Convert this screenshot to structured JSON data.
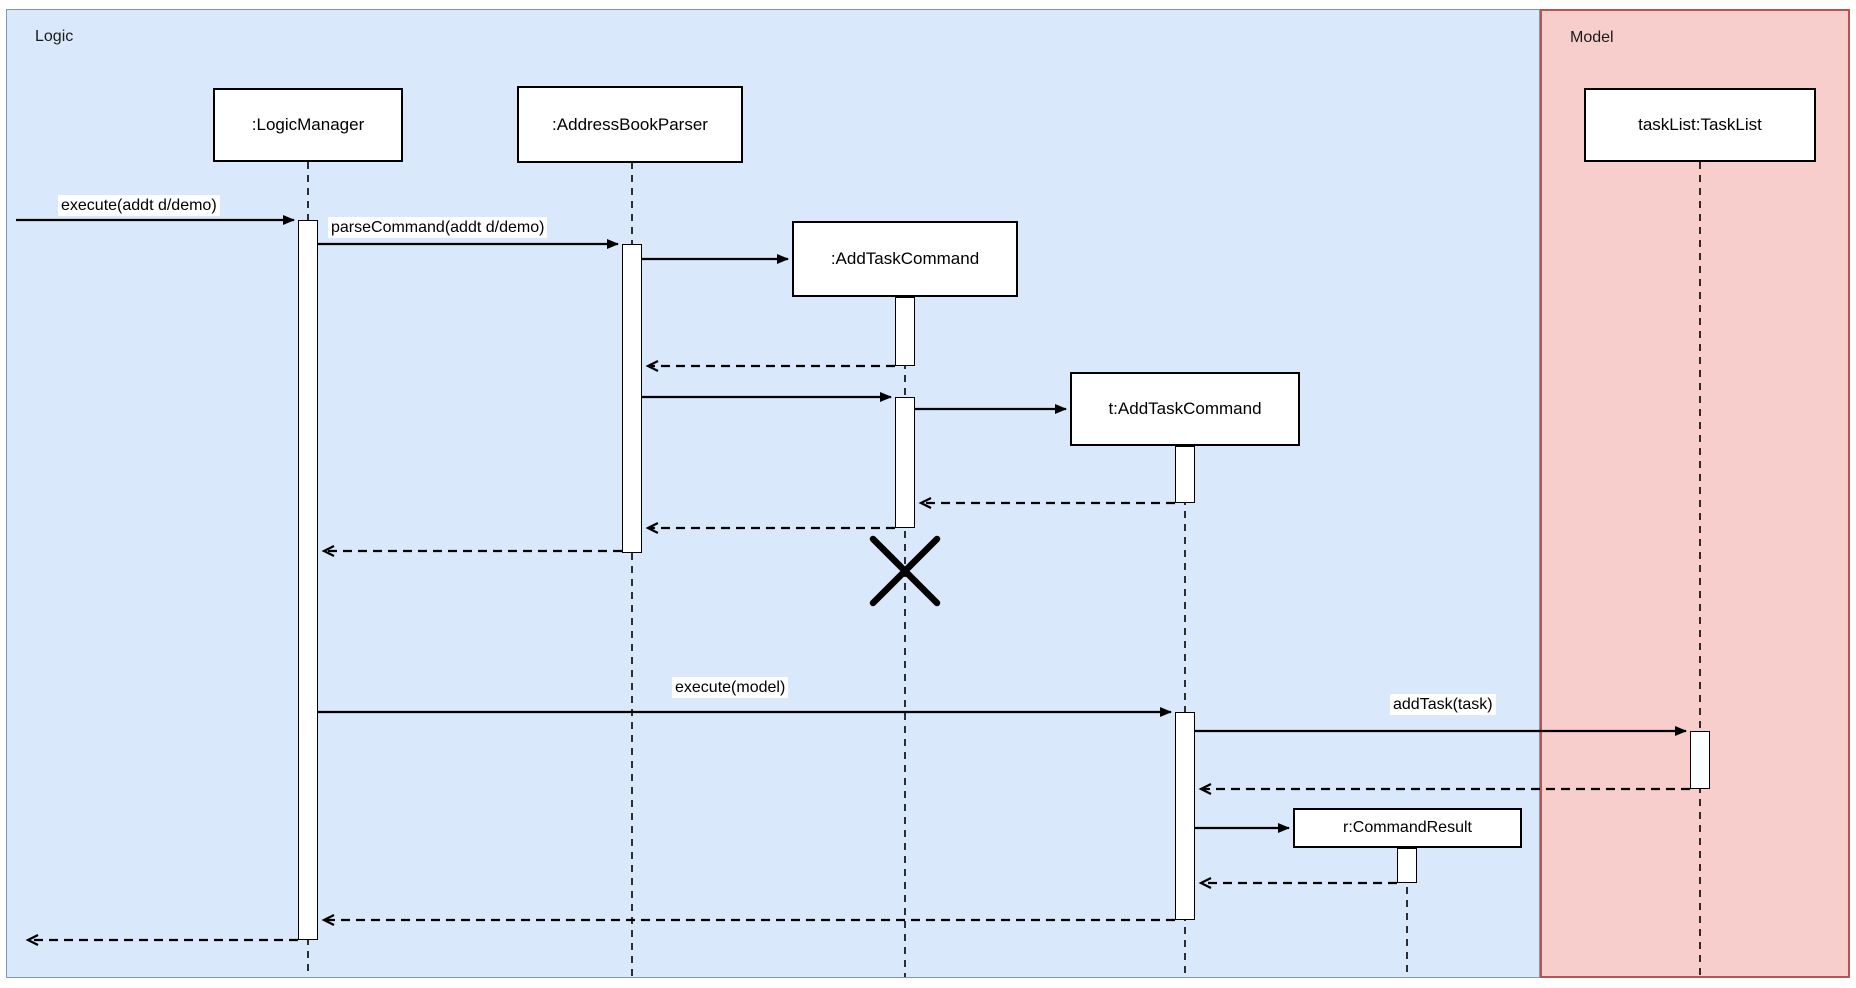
{
  "diagram_type": "uml-sequence-diagram",
  "frames": [
    {
      "label": "Logic",
      "fill": "#dae8fc",
      "border": "#8296b4"
    },
    {
      "label": "Model",
      "fill": "#f8cecc",
      "border": "#b85450"
    }
  ],
  "lifelines": [
    {
      "label": ":LogicManager"
    },
    {
      "label": ":AddressBookParser"
    },
    {
      "label": ":AddTaskCommand",
      "destroyed": true
    },
    {
      "label": "t:AddTaskCommand"
    },
    {
      "label": "taskList:TaskList"
    },
    {
      "label": "r:CommandResult"
    }
  ],
  "messages": [
    {
      "label": "execute(addt d/demo)",
      "type": "call",
      "from": "caller",
      "to": ":LogicManager"
    },
    {
      "label": "parseCommand(addt d/demo)",
      "type": "call",
      "from": ":LogicManager",
      "to": ":AddressBookParser"
    },
    {
      "label": "",
      "type": "create",
      "from": ":AddressBookParser",
      "to": ":AddTaskCommand"
    },
    {
      "label": "",
      "type": "return",
      "from": ":AddTaskCommand",
      "to": ":AddressBookParser"
    },
    {
      "label": "",
      "type": "call",
      "from": ":AddressBookParser",
      "to": ":AddTaskCommand"
    },
    {
      "label": "",
      "type": "create",
      "from": ":AddTaskCommand",
      "to": "t:AddTaskCommand"
    },
    {
      "label": "",
      "type": "return",
      "from": "t:AddTaskCommand",
      "to": ":AddTaskCommand"
    },
    {
      "label": "",
      "type": "return",
      "from": ":AddTaskCommand",
      "to": ":AddressBookParser"
    },
    {
      "label": "",
      "type": "return",
      "from": ":AddressBookParser",
      "to": ":LogicManager"
    },
    {
      "label": "execute(model)",
      "type": "call",
      "from": ":LogicManager",
      "to": "t:AddTaskCommand"
    },
    {
      "label": "addTask(task)",
      "type": "call",
      "from": "t:AddTaskCommand",
      "to": "taskList:TaskList"
    },
    {
      "label": "",
      "type": "return",
      "from": "taskList:TaskList",
      "to": "t:AddTaskCommand"
    },
    {
      "label": "",
      "type": "create",
      "from": "t:AddTaskCommand",
      "to": "r:CommandResult"
    },
    {
      "label": "",
      "type": "return",
      "from": "r:CommandResult",
      "to": "t:AddTaskCommand"
    },
    {
      "label": "",
      "type": "return",
      "from": "t:AddTaskCommand",
      "to": ":LogicManager"
    },
    {
      "label": "",
      "type": "return",
      "from": ":LogicManager",
      "to": "caller"
    }
  ],
  "destruction": {
    "lifeline": ":AddTaskCommand",
    "marker": "X"
  }
}
